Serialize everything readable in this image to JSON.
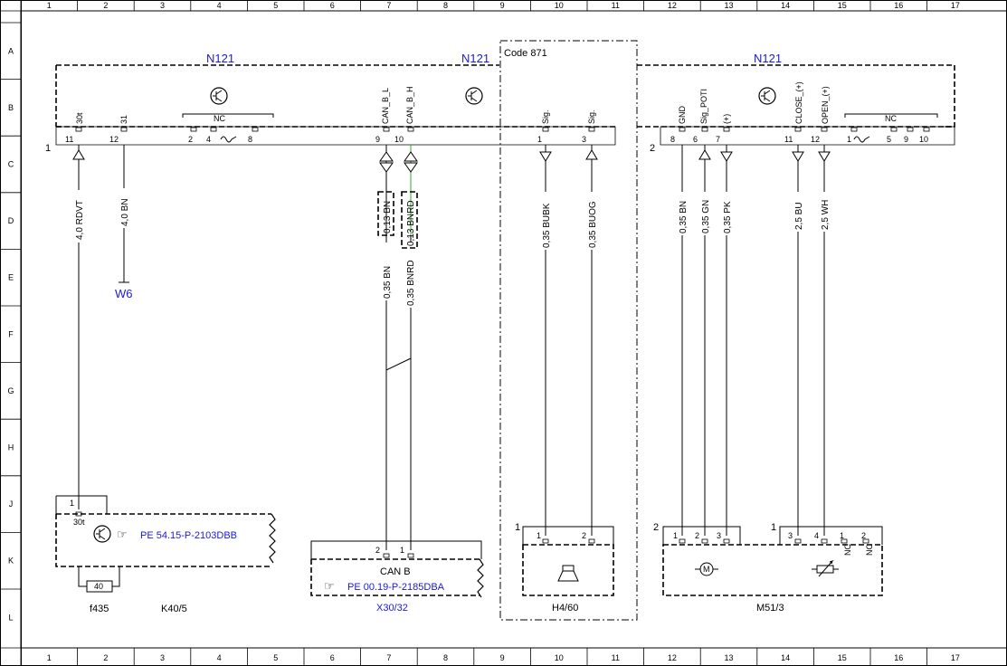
{
  "grid": {
    "columns": [
      "1",
      "2",
      "3",
      "4",
      "5",
      "6",
      "7",
      "8",
      "9",
      "10",
      "11",
      "12",
      "13",
      "14",
      "15",
      "16",
      "17"
    ],
    "rows": [
      "A",
      "B",
      "C",
      "D",
      "E",
      "F",
      "G",
      "H",
      "J",
      "K",
      "L"
    ]
  },
  "module": {
    "name_left": "N121",
    "name_mid": "N121",
    "name_right": "N121",
    "connector1": "1",
    "connector2": "2",
    "nc_label_left": "NC",
    "nc_label_right": "NC"
  },
  "code_box": {
    "label": "Code 871"
  },
  "pin_signals": {
    "p30t": "30t",
    "p31": "31",
    "can_l": "CAN_B_L",
    "can_h": "CAN_B_H",
    "sig1": "Sig.",
    "sig2": "Sig.",
    "gnd": "GND",
    "sig_poti": "Sig_POTI",
    "plus": "(+)",
    "close": "CLOSE_(+)",
    "open": "OPEN_(+)"
  },
  "pin_numbers": {
    "n11": "11",
    "n12": "12",
    "n2": "2",
    "n4": "4",
    "n8": "8",
    "n9": "9",
    "n10": "10",
    "n1": "1",
    "n3": "3",
    "m8": "8",
    "m6": "6",
    "m7": "7",
    "m11": "11",
    "m12": "12",
    "m1": "1",
    "m5": "5",
    "m9": "9",
    "m10": "10"
  },
  "wires": {
    "w1": "4,0 RDVT",
    "w2": "4,0 BN",
    "w3a": "0,13 BN",
    "w3b": "0,35 BN",
    "w4a": "0,13 BNRD",
    "w4b": "0,35 BNRD",
    "w5": "0,35 BUBK",
    "w6": "0,35 BUOG",
    "w7": "0,35 BN",
    "w8": "0,35 GN",
    "w9": "0,35 PK",
    "w10": "2,5 BU",
    "w11": "2,5 WH"
  },
  "ground": {
    "label": "W6"
  },
  "components": {
    "k40": {
      "pin_1": "1",
      "pin_label": "30t",
      "ref": "PE 54.15-P-2103DBB",
      "fuse_value": "40",
      "fuse_name": "f435",
      "name": "K40/5"
    },
    "x30": {
      "pin_2": "2",
      "pin_1": "1",
      "title": "CAN B",
      "ref": "PE 00.19-P-2185DBA",
      "name": "X30/32"
    },
    "h4": {
      "conn": "1",
      "pin_1": "1",
      "pin_2": "2",
      "name": "H4/60"
    },
    "m51": {
      "conn2": "2",
      "conn1": "1",
      "pin_1a": "1",
      "pin_2a": "2",
      "pin_3a": "3",
      "pin_3b": "3",
      "pin_4b": "4",
      "pin_1b": "1",
      "pin_2b": "2",
      "nc1": "NC",
      "nc2": "NC",
      "motor": "M",
      "name": "M51/3"
    }
  }
}
